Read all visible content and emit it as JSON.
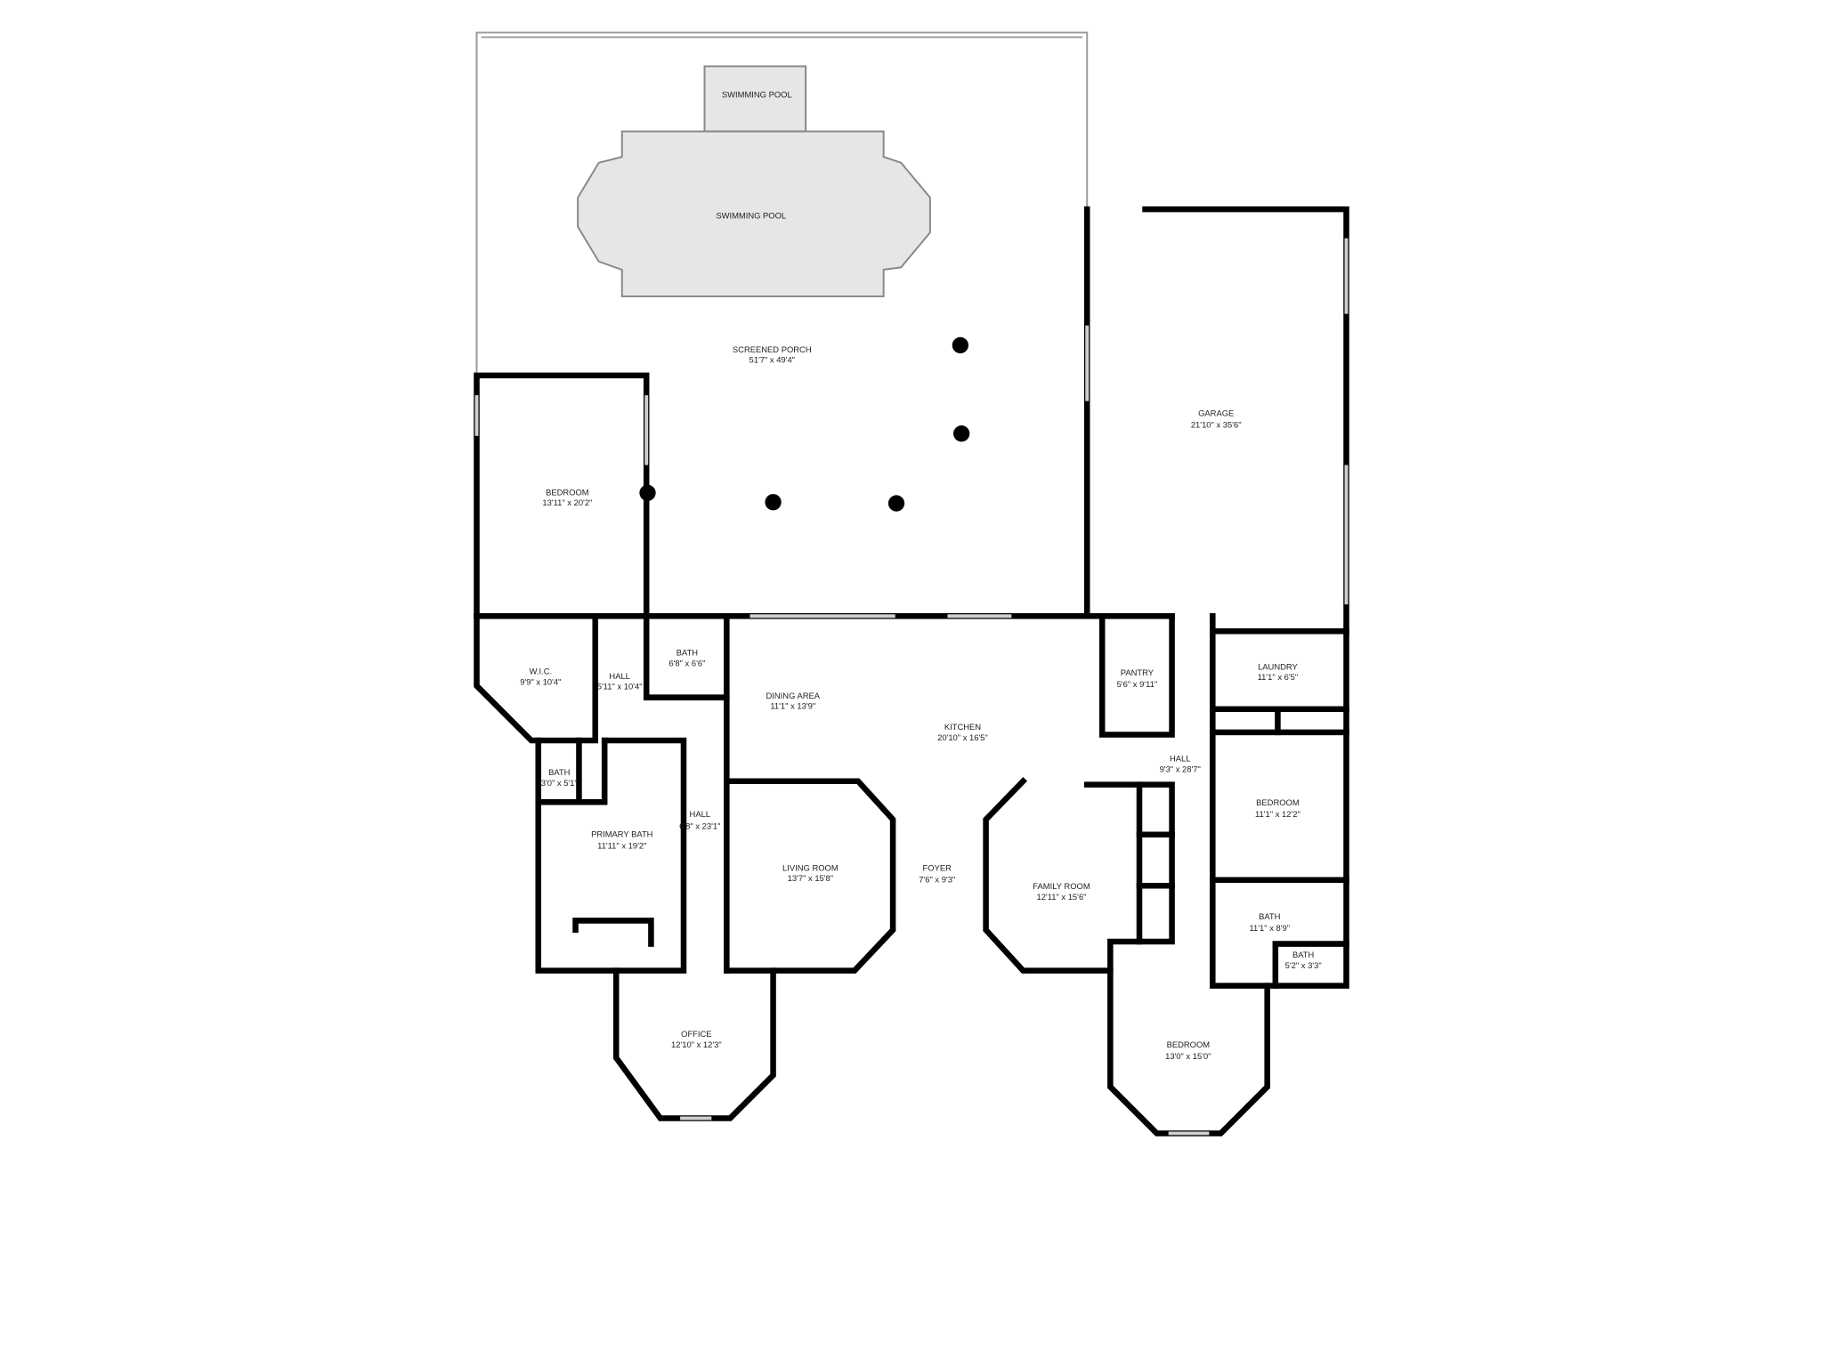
{
  "rooms": {
    "pool_small": {
      "name": "SWIMMING POOL"
    },
    "pool": {
      "name": "SWIMMING POOL"
    },
    "porch": {
      "name": "SCREENED PORCH",
      "dims": "51'7\" x 49'4\""
    },
    "garage": {
      "name": "GARAGE",
      "dims": "21'10\" x 35'6\""
    },
    "bedroom_nw": {
      "name": "BEDROOM",
      "dims": "13'11\" x 20'2\""
    },
    "wic": {
      "name": "W.I.C.",
      "dims": "9'9\" x 10'4\""
    },
    "hall_w": {
      "name": "HALL",
      "dims": "5'11\" x 10'4\""
    },
    "bath_w": {
      "name": "BATH",
      "dims": "6'8\" x 6'6\""
    },
    "dining": {
      "name": "DINING AREA",
      "dims": "11'1\" x 13'9\""
    },
    "kitchen": {
      "name": "KITCHEN",
      "dims": "20'10\" x 16'5\""
    },
    "pantry": {
      "name": "PANTRY",
      "dims": "5'6\" x 9'11\""
    },
    "laundry": {
      "name": "LAUNDRY",
      "dims": "11'1\" x 6'5\""
    },
    "hall_e": {
      "name": "HALL",
      "dims": "9'3\" x 28'7\""
    },
    "bedroom_e": {
      "name": "BEDROOM",
      "dims": "11'1\" x 12'2\""
    },
    "bath_small": {
      "name": "BATH",
      "dims": "3'0\" x 5'1\""
    },
    "primary_bath": {
      "name": "PRIMARY BATH",
      "dims": "11'11\" x 19'2\""
    },
    "hall_c": {
      "name": "HALL",
      "dims": "6'8\" x 23'1\""
    },
    "living": {
      "name": "LIVING ROOM",
      "dims": "13'7\" x 15'8\""
    },
    "foyer": {
      "name": "FOYER",
      "dims": "7'6\" x 9'3\""
    },
    "family": {
      "name": "FAMILY ROOM",
      "dims": "12'11\" x 15'6\""
    },
    "bath_e": {
      "name": "BATH",
      "dims": "11'1\" x 8'9\""
    },
    "bath_e2": {
      "name": "BATH",
      "dims": "5'2\" x 3'3\""
    },
    "office": {
      "name": "OFFICE",
      "dims": "12'10\" x 12'3\""
    },
    "bedroom_s": {
      "name": "BEDROOM",
      "dims": "13'0\" x 15'0\""
    }
  },
  "colors": {
    "wall": "#000000",
    "pool_fill": "#e6e6e6",
    "screen": "#9a9a9a"
  }
}
